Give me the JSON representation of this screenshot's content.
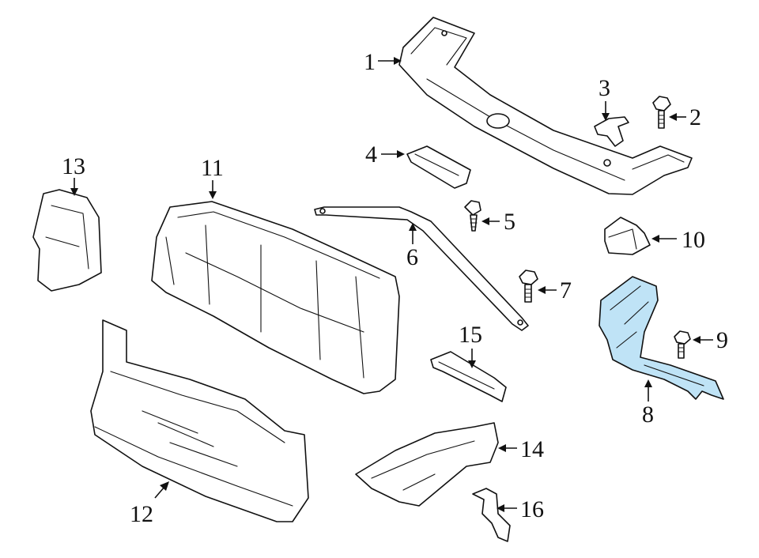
{
  "diagram": {
    "highlight_color": "#bfe3f6",
    "line_color": "#111111",
    "callouts": [
      {
        "id": "c1",
        "label": "1"
      },
      {
        "id": "c2",
        "label": "2"
      },
      {
        "id": "c3",
        "label": "3"
      },
      {
        "id": "c4",
        "label": "4"
      },
      {
        "id": "c5",
        "label": "5"
      },
      {
        "id": "c6",
        "label": "6"
      },
      {
        "id": "c7",
        "label": "7"
      },
      {
        "id": "c8",
        "label": "8"
      },
      {
        "id": "c9",
        "label": "9"
      },
      {
        "id": "c10",
        "label": "10"
      },
      {
        "id": "c11",
        "label": "11"
      },
      {
        "id": "c12",
        "label": "12"
      },
      {
        "id": "c13",
        "label": "13"
      },
      {
        "id": "c14",
        "label": "14"
      },
      {
        "id": "c15",
        "label": "15"
      },
      {
        "id": "c16",
        "label": "16"
      }
    ]
  }
}
